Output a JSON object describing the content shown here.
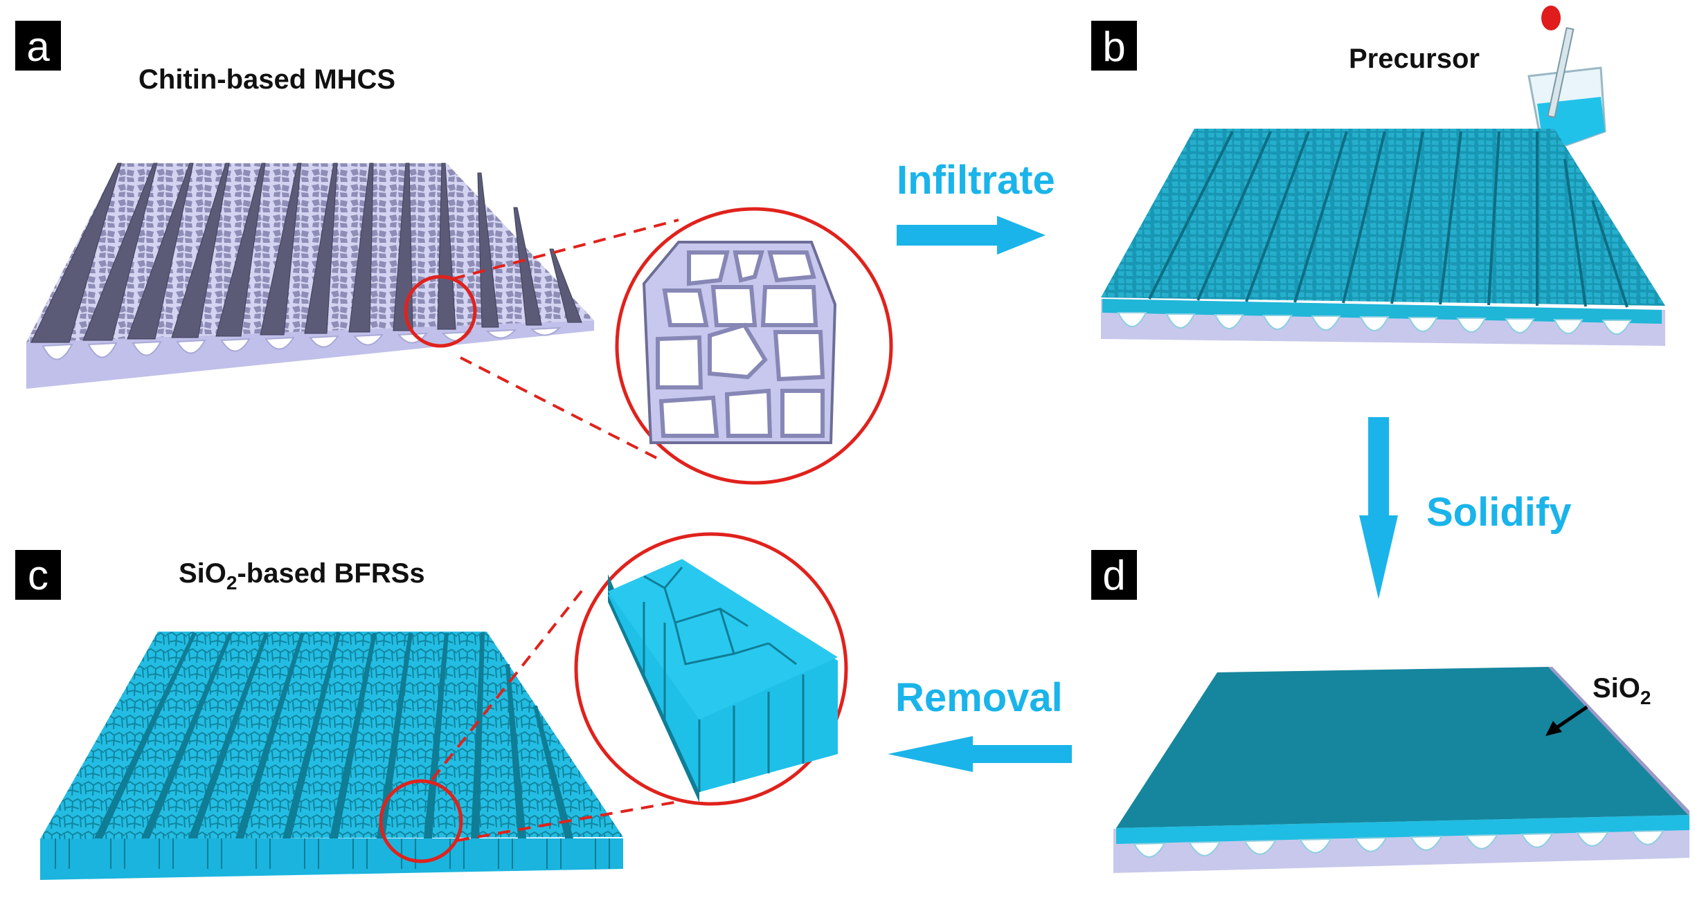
{
  "colors": {
    "accent": "#1ab4ea",
    "cyan": "#1fc2e6",
    "teal_dark": "#15869e",
    "chitin": "#c4c4ec",
    "chitin_dark": "#5a5a76",
    "magnify_ring": "#e0221c",
    "panel_label_bg": "#000000"
  },
  "panels": {
    "a": {
      "label": "a",
      "title": "Chitin-based MHCS"
    },
    "b": {
      "label": "b",
      "title": "Precursor"
    },
    "c": {
      "label": "c",
      "title_prefix": "SiO",
      "title_sub": "2",
      "title_suffix": "-based BFRSs"
    },
    "d": {
      "label": "d",
      "annotation_prefix": "SiO",
      "annotation_sub": "2"
    }
  },
  "steps": {
    "infiltrate": "Infiltrate",
    "solidify": "Solidify",
    "removal": "Removal"
  }
}
